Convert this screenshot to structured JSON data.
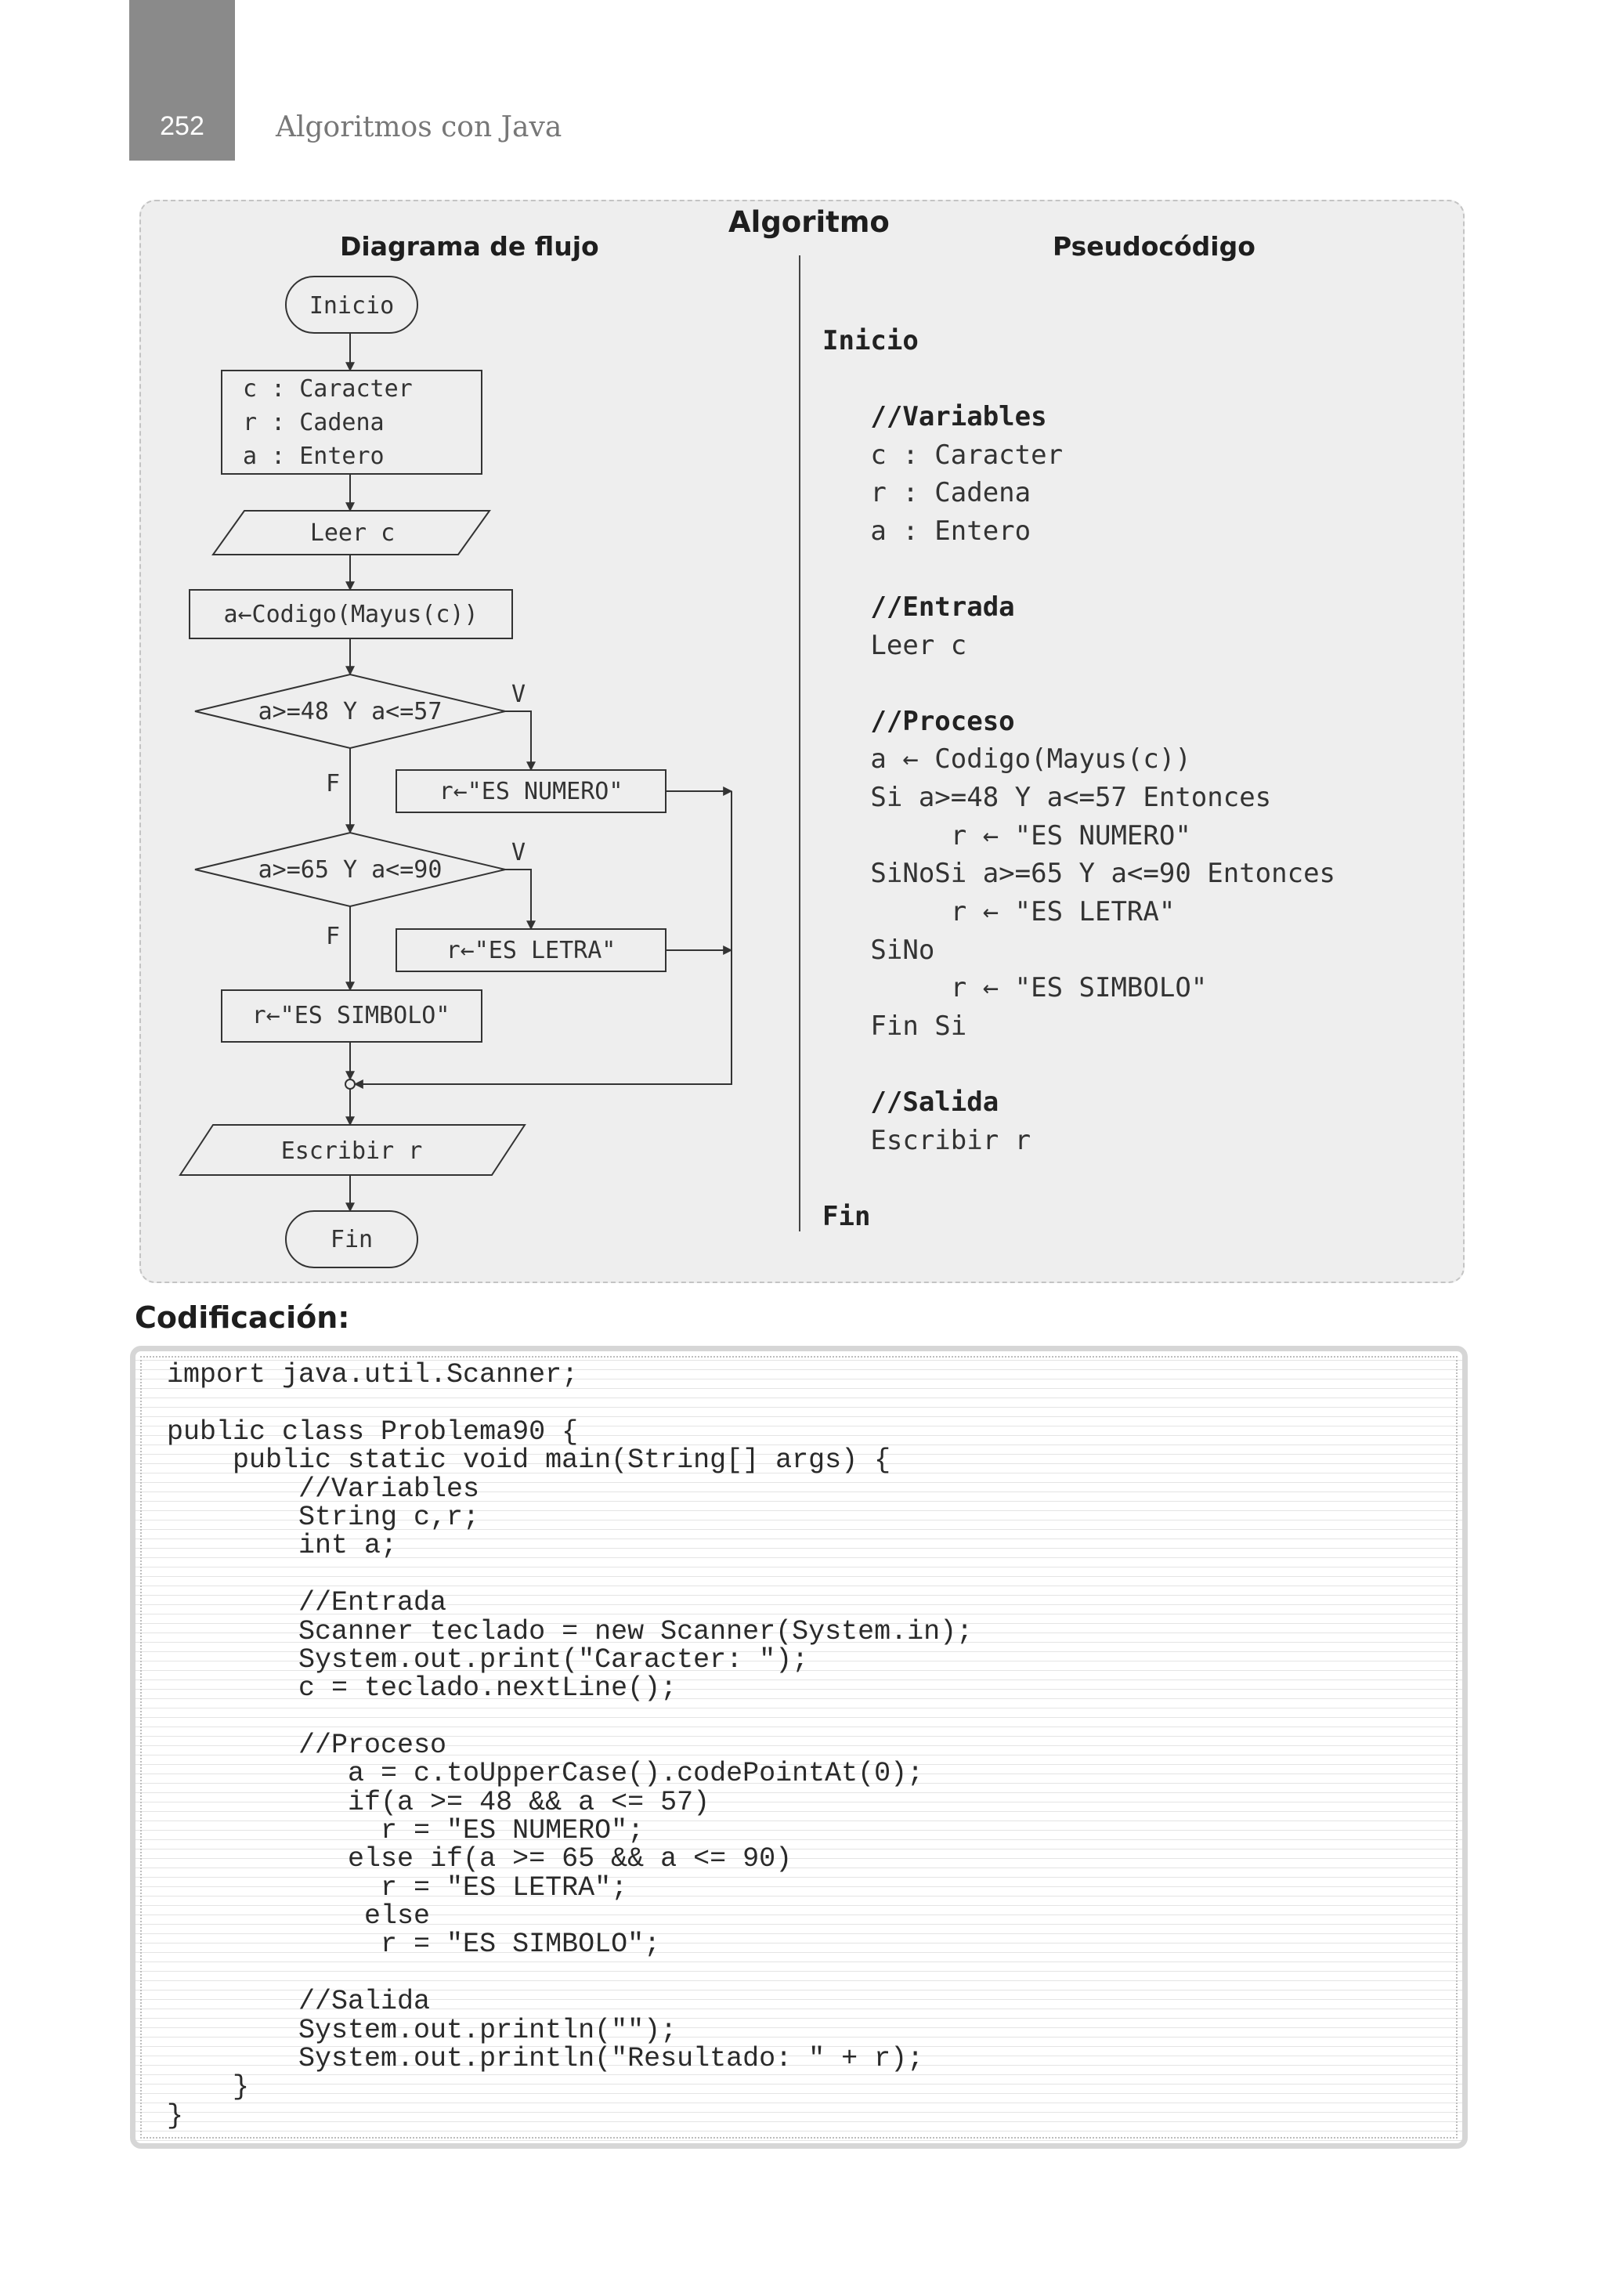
{
  "header": {
    "page_number": "252",
    "running_title": "Algoritmos con Java"
  },
  "algorithm": {
    "title": "Algoritmo",
    "flowchart_title": "Diagrama de flujo",
    "pseudocode_title": "Pseudocódigo"
  },
  "flowchart": {
    "start": "Inicio",
    "decl_1": "c : Caracter",
    "decl_2": "r : Cadena",
    "decl_3": "a : Entero",
    "read": "Leer c",
    "assign": "a←Codigo(Mayus(c))",
    "cond_1": "a>=48 Y a<=57",
    "cond_2": "a>=65 Y a<=90",
    "true_label": "V",
    "false_label": "F",
    "set_numero": "r←\"ES NUMERO\"",
    "set_letra": "r←\"ES LETRA\"",
    "set_simbolo": "r←\"ES SIMBOLO\"",
    "write": "Escribir r",
    "end": "Fin"
  },
  "pseudocode": {
    "lines": [
      "Inicio",
      "   //Variables",
      "   c : Caracter",
      "   r : Cadena",
      "   a : Entero",
      "   //Entrada",
      "   Leer c",
      "   //Proceso",
      "   a ← Codigo(Mayus(c))",
      "   Si a>=48 Y a<=57 Entonces",
      "        r ← \"ES NUMERO\"",
      "   SiNoSi a>=65 Y a<=90 Entonces",
      "        r ← \"ES LETRA\"",
      "   SiNo",
      "        r ← \"ES SIMBOLO\"",
      "   Fin Si",
      "   //Salida",
      "   Escribir r",
      "Fin"
    ]
  },
  "codificacion": {
    "heading": "Codificación:",
    "lines": [
      "import java.util.Scanner;",
      "public class Problema90 {",
      "    public static void main(String[] args) {",
      "        //Variables",
      "        String c,r;",
      "        int a;",
      "        //Entrada",
      "        Scanner teclado = new Scanner(System.in);",
      "        System.out.print(\"Caracter: \");",
      "        c = teclado.nextLine();",
      "        //Proceso",
      "           a = c.toUpperCase().codePointAt(0);",
      "           if(a >= 48 && a <= 57)",
      "             r = \"ES NUMERO\";",
      "           else if(a >= 65 && a <= 90)",
      "             r = \"ES LETRA\";",
      "            else",
      "             r = \"ES SIMBOLO\";",
      "        //Salida",
      "        System.out.println(\"\");",
      "        System.out.println(\"Resultado: \" + r);",
      "    }",
      "}"
    ]
  }
}
